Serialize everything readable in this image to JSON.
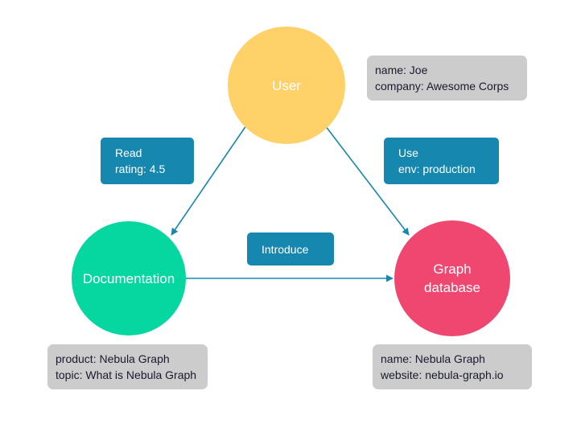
{
  "nodes": {
    "user": {
      "label": "User",
      "color": "#ffd168"
    },
    "documentation": {
      "label": "Documentation",
      "color": "#06d6a0"
    },
    "graph_database": {
      "label_line1": "Graph",
      "label_line2": "database",
      "color": "#ef476f"
    }
  },
  "edges": {
    "read": {
      "line1": "Read",
      "line2": "rating: 4.5"
    },
    "use": {
      "line1": "Use",
      "line2": "env: production"
    },
    "introduce": {
      "line1": "Introduce"
    }
  },
  "properties": {
    "user": {
      "line1": "name: Joe",
      "line2": "company: Awesome Corps"
    },
    "documentation": {
      "line1": "product: Nebula Graph",
      "line2": "topic: What is Nebula Graph"
    },
    "graph_database": {
      "line1": "name: Nebula Graph",
      "line2": "website: nebula-graph.io"
    }
  },
  "colors": {
    "edge": "#1688b0",
    "edge_label_bg": "#1688b0",
    "property_bg": "#cccccc"
  }
}
